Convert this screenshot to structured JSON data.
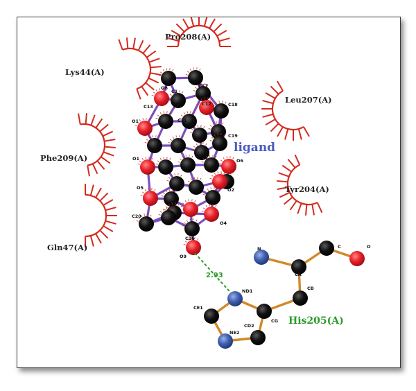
{
  "colors": {
    "hydrophobic_arc": "#d42a1e",
    "ligand_bond": "#7a4fbf",
    "residue_bond": "#d0892a",
    "carbon": "#0a0a0a",
    "oxygen": "#e8202a",
    "nitrogen": "#3f5fb0",
    "hbond": "#2a9a2a",
    "ligand_label": "#4a5abf",
    "residue_label": "#2a9a2a"
  },
  "diagram": {
    "ligand_label": "ligand",
    "hbond_distance": "2.93",
    "bonded_residue": {
      "name": "His205(A)",
      "atom_labels": {
        "N": "N",
        "CA": "CA",
        "C": "C",
        "O": "O",
        "CB": "CB",
        "CG": "CG",
        "ND1": "ND1",
        "CE1": "CE1",
        "NE2": "NE2",
        "CD2": "CD2"
      }
    },
    "hydrophobic_contacts": [
      {
        "id": "pro208",
        "name": "Pro208(A)"
      },
      {
        "id": "lys44",
        "name": "Lys44(A)"
      },
      {
        "id": "leu207",
        "name": "Leu207(A)"
      },
      {
        "id": "phe209",
        "name": "Phe209(A)"
      },
      {
        "id": "tyr204",
        "name": "Tyr204(A)"
      },
      {
        "id": "gln47",
        "name": "Gln47(A)"
      }
    ],
    "ligand_atom_labels": {
      "o8": "O8",
      "c17": "C17",
      "c1": "C1",
      "c13": "C13",
      "c18": "C18",
      "c12": "C12",
      "o1": "O1",
      "c11": "C11",
      "c19": "C19",
      "o6": "O6",
      "o2": "O2",
      "o5": "O5",
      "o4": "O4",
      "c20": "C20",
      "c16": "C16",
      "o9": "O9"
    }
  }
}
